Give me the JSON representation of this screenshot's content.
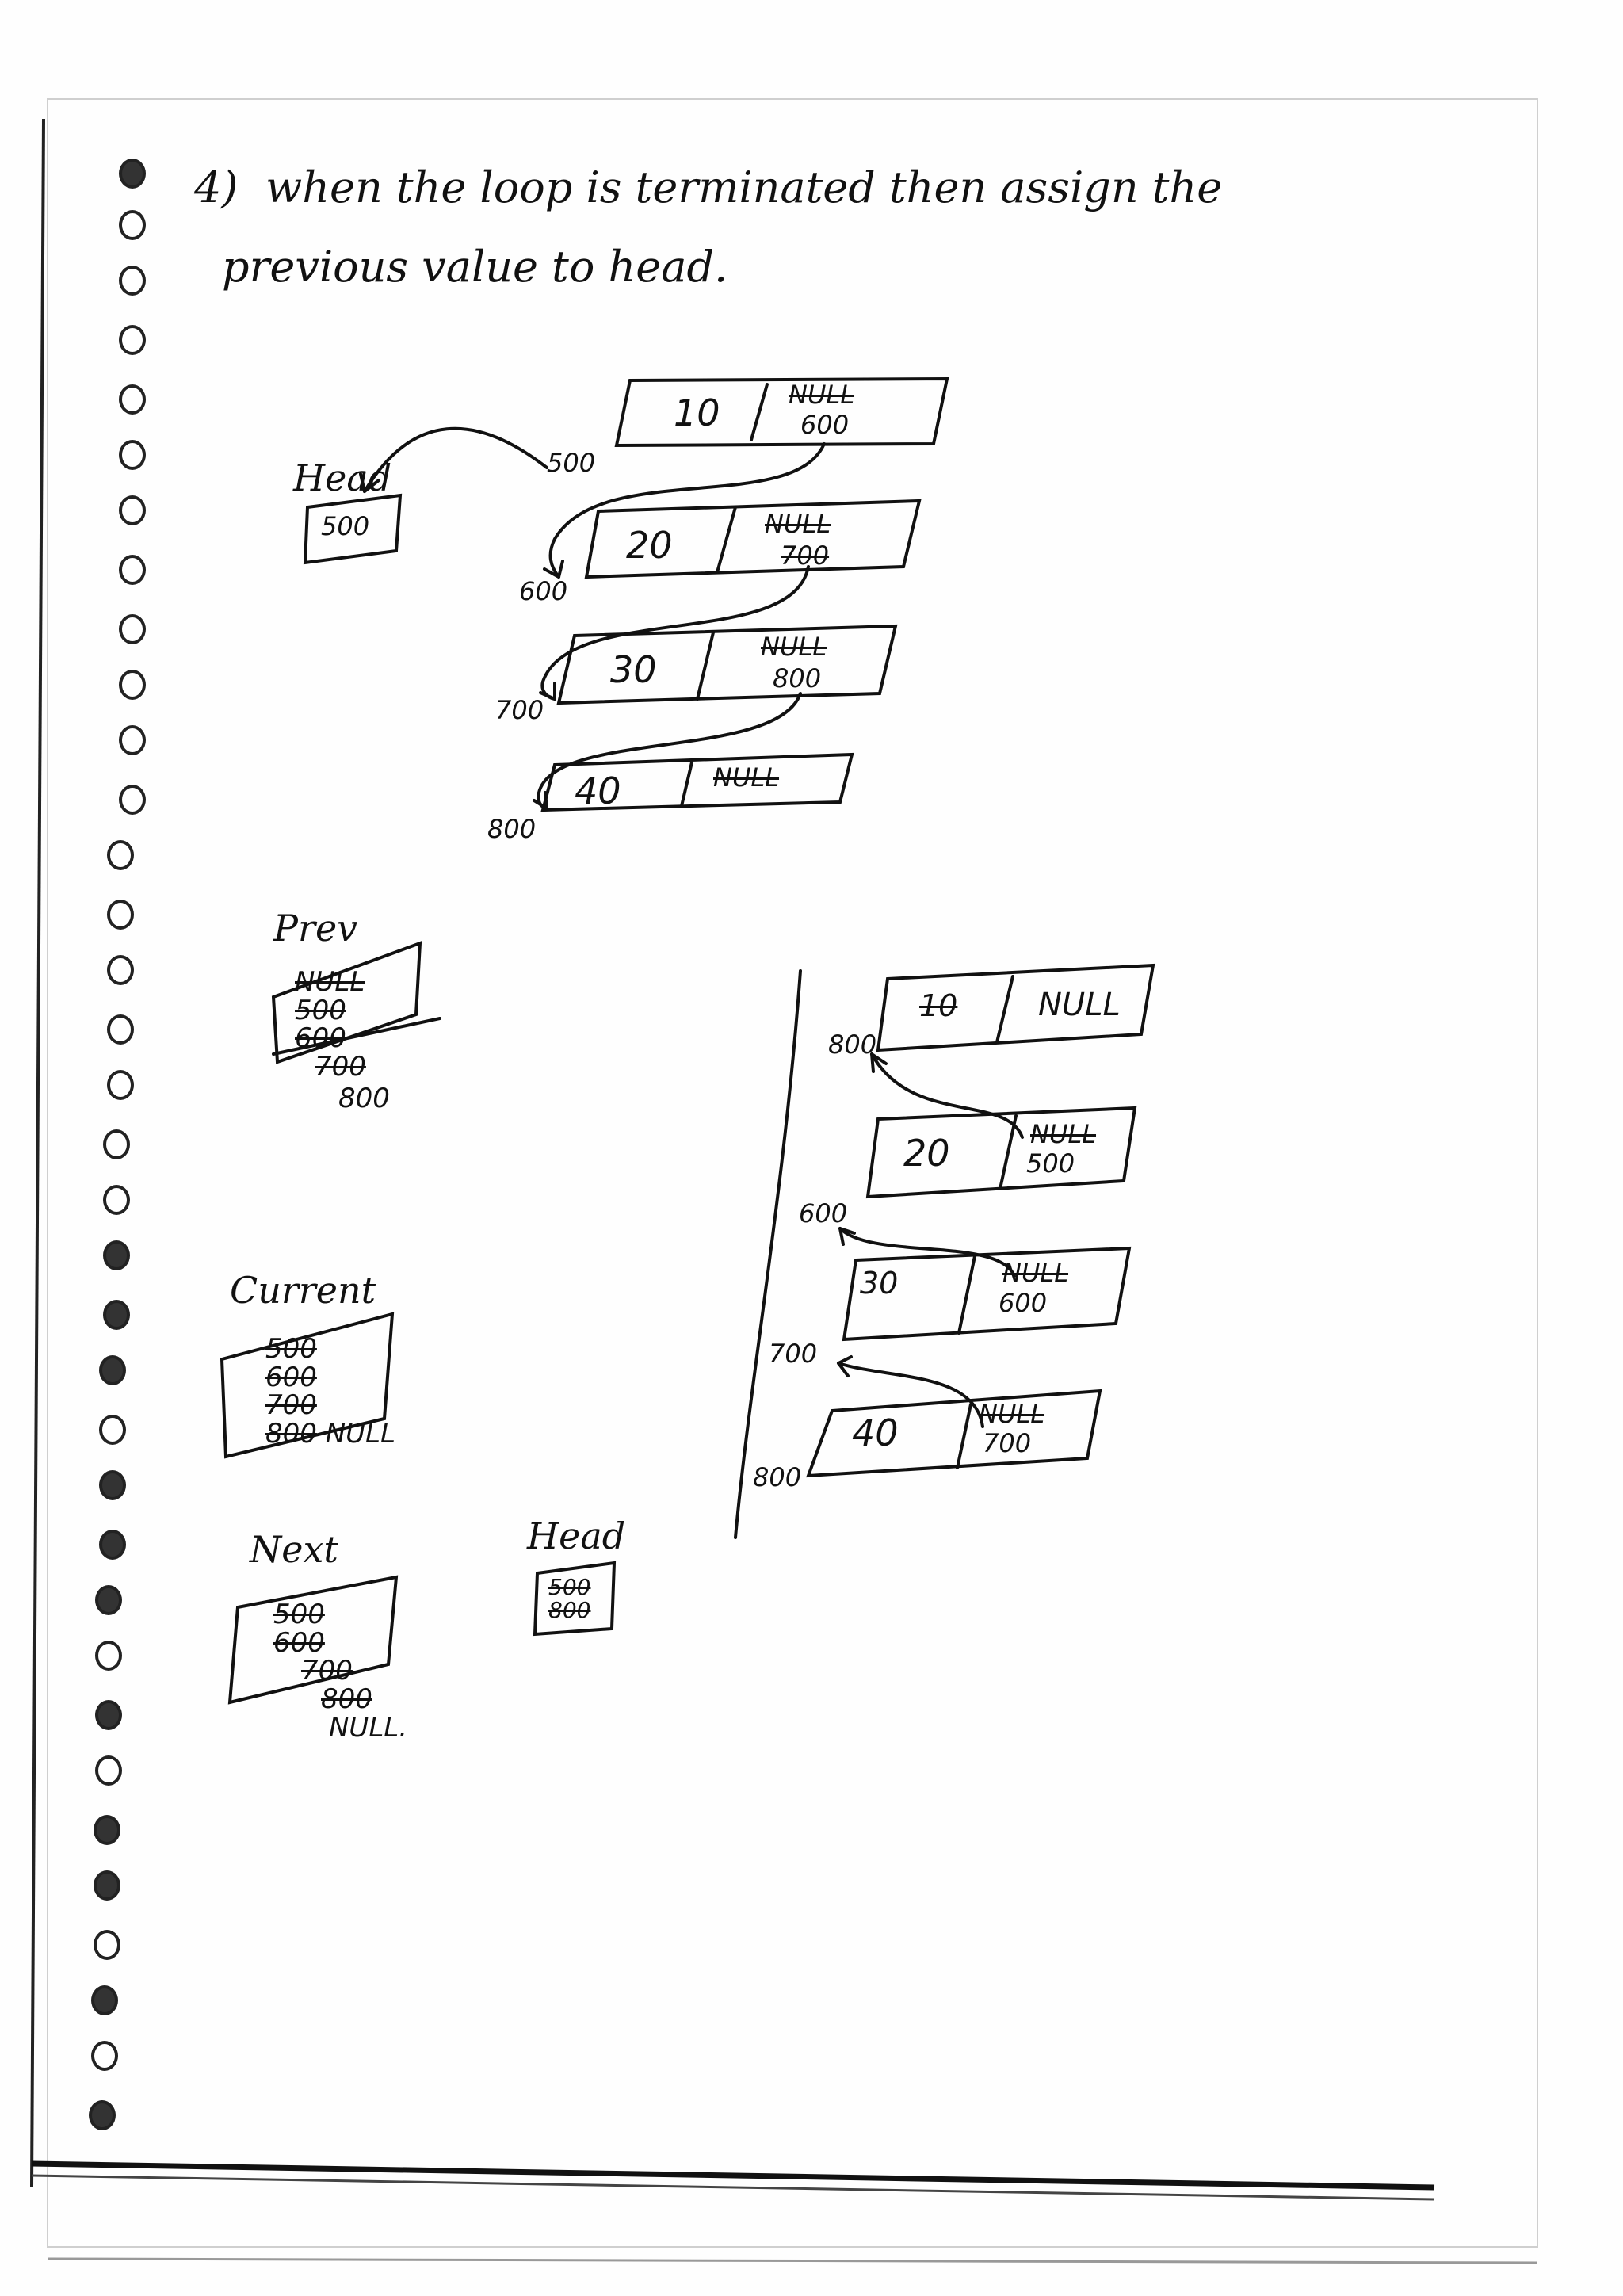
{
  "note": {
    "bullet": "4)",
    "line1": "when the loop is terminated then assign the",
    "line2": "previous value to head."
  },
  "before_list": {
    "head_label": "Head",
    "head_value": "500",
    "nodes": [
      {
        "value": "10",
        "next_old": "NULL",
        "next_new": "600",
        "addr": "500"
      },
      {
        "value": "20",
        "next_old": "NULL",
        "next_new": "700",
        "addr": "600"
      },
      {
        "value": "30",
        "next_old": "NULL",
        "next_new": "800",
        "addr": "700"
      },
      {
        "value": "40",
        "next_old": "NULL",
        "next_new": "",
        "addr": "800"
      }
    ]
  },
  "variables": {
    "prev": {
      "label": "Prev",
      "old_values": [
        "NULL",
        "500",
        "600",
        "700"
      ],
      "final": "800"
    },
    "current": {
      "label": "Current",
      "old_values": [
        "500",
        "600",
        "700",
        "800"
      ],
      "final": "NULL"
    },
    "next": {
      "label": "Next",
      "old_values": [
        "500",
        "600",
        "700",
        "800"
      ],
      "final": "NULL."
    },
    "head": {
      "label": "Head",
      "old_values": [
        "500",
        "800"
      ]
    }
  },
  "after_list": {
    "nodes": [
      {
        "value": "10",
        "next_old": "",
        "next_new": "NULL",
        "addr": "800"
      },
      {
        "value": "20",
        "next_old": "NULL",
        "next_new": "500",
        "addr": "600"
      },
      {
        "value": "30",
        "next_old": "NULL",
        "next_new": "600",
        "addr": "700"
      },
      {
        "value": "40",
        "next_old": "NULL",
        "next_new": "700",
        "addr": "800"
      }
    ]
  }
}
